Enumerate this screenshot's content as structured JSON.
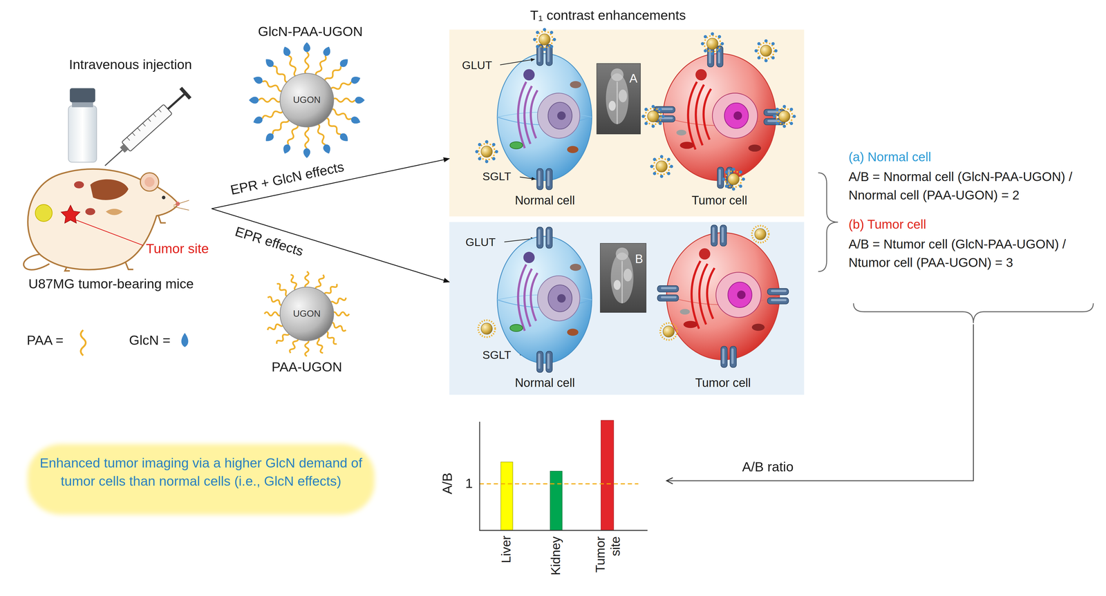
{
  "diagram": {
    "nodes": [
      {
        "text": [
          "U87MG tumor-bearing mice"
        ]
      },
      {
        "text": [
          "GlcN-PAA-UGON",
          "UGON"
        ]
      },
      {
        "text": [
          "UGON",
          "PAA-UGON"
        ]
      },
      {
        "text": [
          "T₁ contrast enhancements",
          "GLUT",
          "SGLT"
        ]
      },
      {
        "text": [
          "Normal cell"
        ],
        "in": 3
      },
      {
        "text": [
          "A"
        ],
        "in": 3
      },
      {
        "text": [
          "Tumor cell"
        ],
        "in": 3
      },
      {
        "text": [
          "GLUT",
          "SGLT"
        ]
      },
      {
        "text": [
          "Normal cell"
        ],
        "in": 7
      },
      {
        "text": [
          "B"
        ],
        "in": 7
      },
      {
        "text": [
          "Tumor cell"
        ],
        "in": 7
      },
      {
        "text": [
          "(a) Normal cell",
          "A/B = Nnormal cell (GlcN-PAA-UGON) / Nnormal cell (PAA-UGON) = 2",
          "(b) Tumor cell",
          "A/B = Ntumor cell (GlcN-PAA-UGON) / Ntumor cell (PAA-UGON) = 3"
        ]
      },
      {
        "text": [
          "A/B",
          "1",
          "Liver",
          "Kidney",
          "Tumor site"
        ]
      },
      {
        "text": [
          "Enhanced tumor imaging via a higher GlcN demand of tumor cells than normal cells (i.e., GlcN effects)"
        ]
      }
    ],
    "edges": [
      {
        "from": 0,
        "to": 3,
        "label": "EPR + GlcN effects",
        "arrow": "to"
      },
      {
        "from": 0,
        "to": 7,
        "label": "EPR effects",
        "arrow": "to"
      },
      {
        "from": 11,
        "to": 12,
        "label": "A/B ratio",
        "arrow": "to"
      }
    ],
    "labels": [
      "Intravenous injection",
      "Tumor site"
    ],
    "legend": [
      {
        "text": "PAA ="
      },
      {
        "text": "GlcN ="
      }
    ]
  }
}
